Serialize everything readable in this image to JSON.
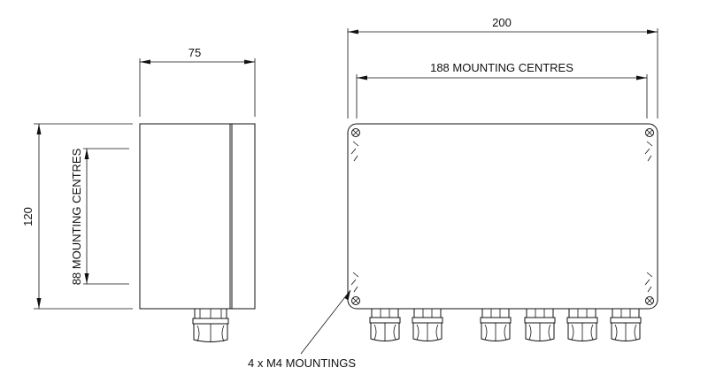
{
  "dimensions": {
    "side_width": "75",
    "side_height": "120",
    "side_mounting_centres": "88 MOUNTING CENTRES",
    "front_width": "200",
    "front_mounting_centres": "188 MOUNTING CENTRES"
  },
  "notes": {
    "mountings": "4 x M4 MOUNTINGS"
  },
  "colors": {
    "line": "#111111",
    "background": "#ffffff"
  }
}
